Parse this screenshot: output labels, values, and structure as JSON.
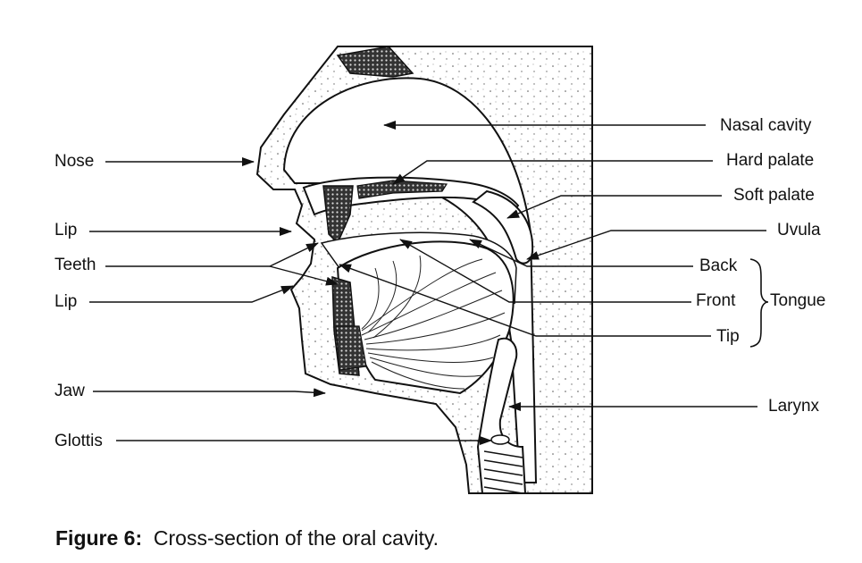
{
  "labels": {
    "nose": "Nose",
    "lip_upper": "Lip",
    "teeth": "Teeth",
    "lip_lower": "Lip",
    "jaw": "Jaw",
    "glottis": "Glottis",
    "nasal_cavity": "Nasal cavity",
    "hard_palate": "Hard palate",
    "soft_palate": "Soft palate",
    "uvula": "Uvula",
    "back": "Back",
    "front": "Front",
    "tip": "Tip",
    "tongue": "Tongue",
    "larynx": "Larynx"
  },
  "caption": {
    "number": "Figure 6:",
    "text": "Cross-section of the oral cavity."
  }
}
